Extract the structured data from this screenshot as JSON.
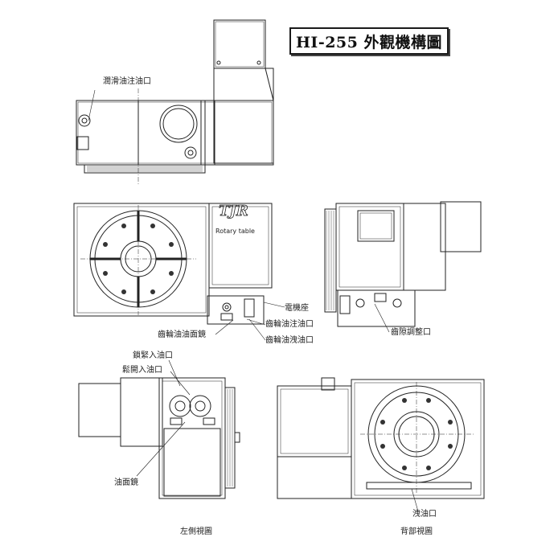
{
  "title": "HI-255 外觀機構圖",
  "brand": {
    "logo": "TJR",
    "tagline": "Rotary table"
  },
  "labels": {
    "lubrication_inlet": "潤滑油注油口",
    "motor_base": "電機座",
    "gear_oil_sight_glass": "齒輪油油面鏡",
    "gear_oil_fill": "齒輪油注油口",
    "gear_oil_drain": "齒輪油洩油口",
    "backlash_adjust": "齒隙調整口",
    "clamp_oil_inlet": "鎖緊入油口",
    "release_oil_inlet": "鬆開入油口",
    "oil_sight_glass": "油面鏡",
    "drain_port": "洩油口",
    "left_side_view": "左側視圖",
    "rear_view": "背部視圖"
  }
}
